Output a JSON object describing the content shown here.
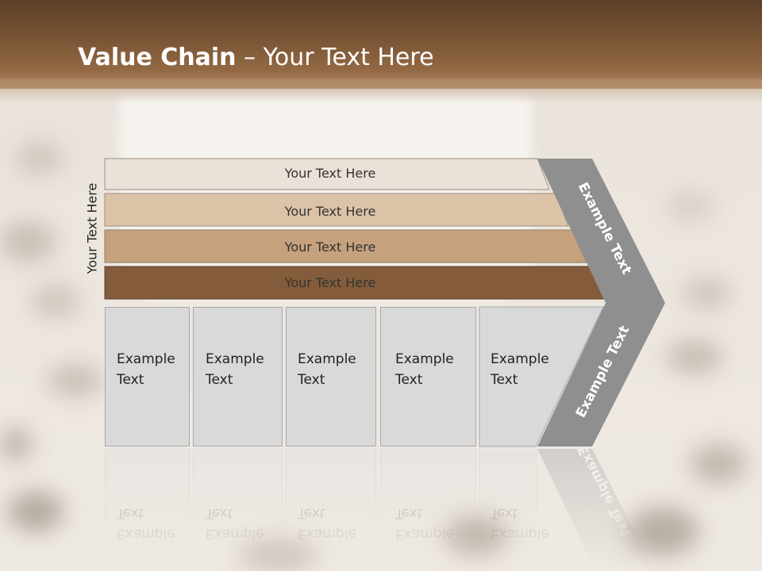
{
  "slide": {
    "title_bold": "Value Chain",
    "title_rest": " – Your Text Here",
    "side_label": "Your Text Here",
    "stripes": [
      {
        "label": "Your Text Here",
        "color": "#eae1d8"
      },
      {
        "label": "Your Text Here",
        "color": "#dcc3a8"
      },
      {
        "label": "Your Text Here",
        "color": "#c6a17d"
      },
      {
        "label": "Your Text Here",
        "color": "#845c3b"
      }
    ],
    "columns": [
      {
        "line1": "Example",
        "line2": "Text"
      },
      {
        "line1": "Example",
        "line2": "Text"
      },
      {
        "line1": "Example",
        "line2": "Text"
      },
      {
        "line1": "Example",
        "line2": "Text"
      },
      {
        "line1": "Example",
        "line2": "Text"
      }
    ],
    "chevron_top": "Example Text",
    "chevron_bottom": "Example Text",
    "colors": {
      "header": "#7a5535",
      "chevron": "#8f8f8f",
      "column_fill": "#d9d9d9"
    }
  }
}
